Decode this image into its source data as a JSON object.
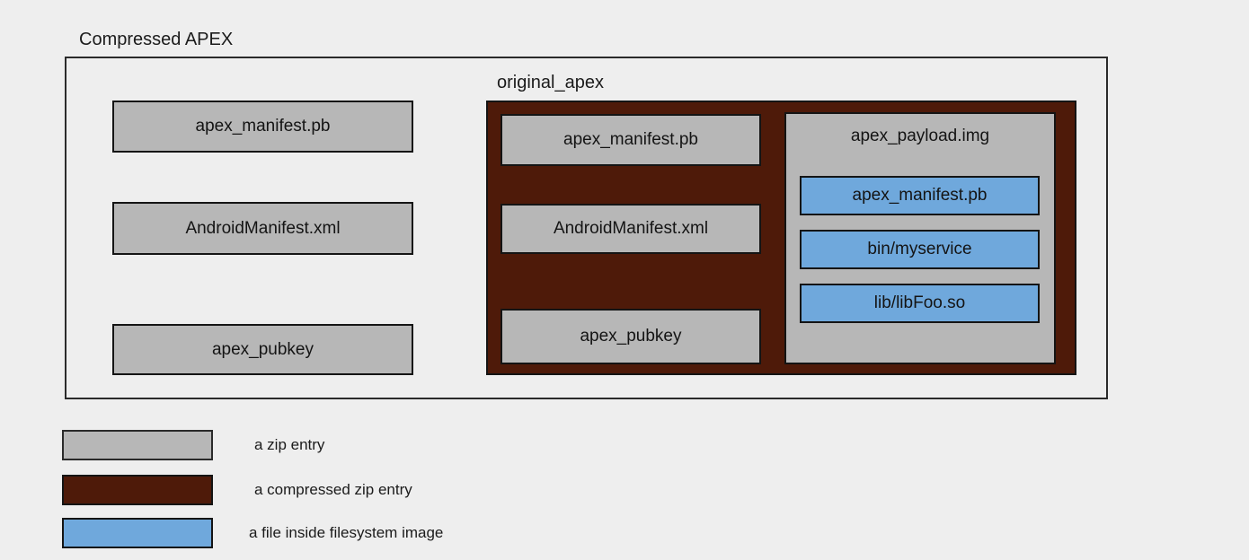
{
  "diagram": {
    "title": "Compressed APEX"
  },
  "compressed_apex": {
    "entries": [
      "apex_manifest.pb",
      "AndroidManifest.xml",
      "apex_pubkey"
    ]
  },
  "original_apex": {
    "label": "original_apex",
    "entries": [
      "apex_manifest.pb",
      "AndroidManifest.xml",
      "apex_pubkey"
    ],
    "payload": {
      "label": "apex_payload.img",
      "files": [
        "apex_manifest.pb",
        "bin/myservice",
        "lib/libFoo.so"
      ]
    }
  },
  "legend": {
    "items": [
      {
        "type": "zip",
        "label": "a zip entry"
      },
      {
        "type": "compressed",
        "label": "a compressed zip entry"
      },
      {
        "type": "file",
        "label": "a file inside filesystem image"
      }
    ]
  },
  "colors": {
    "background": "#eeeeee",
    "zip_entry_fill": "#b7b7b7",
    "compressed_zip_entry_fill": "#4e1a09",
    "file_in_image_fill": "#6fa8dc",
    "box_border": "#141414",
    "text": "#1b1b1b"
  }
}
